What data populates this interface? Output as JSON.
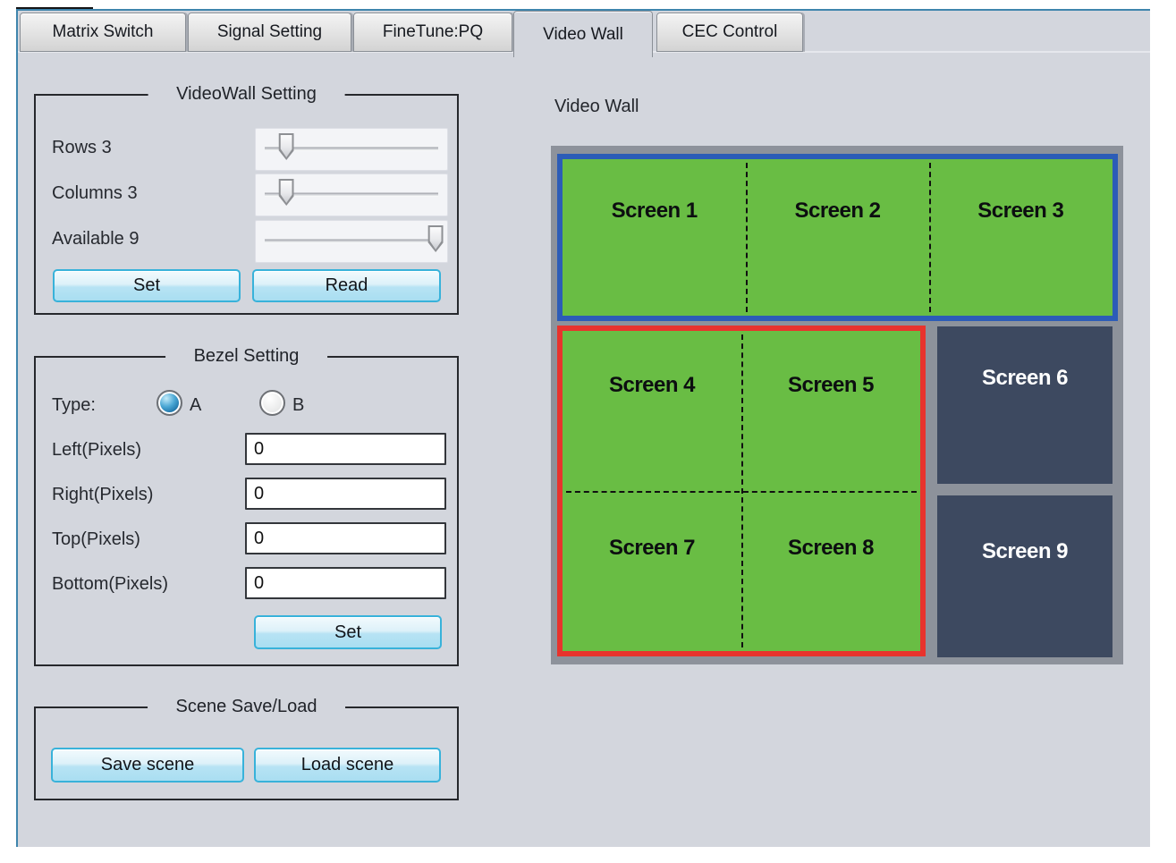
{
  "theme": {
    "bg": "#d3d6dd",
    "accent-teal": "#3f85ad",
    "accent-cyan": "#38b2da",
    "green": "#69bd44",
    "dark-slate": "#3d4960",
    "blue-border": "#2c5cb7",
    "red-border": "#e8332d",
    "frame-gray": "#8d929b"
  },
  "tabs": [
    {
      "label": "Matrix Switch",
      "active": false
    },
    {
      "label": "Signal Setting",
      "active": false
    },
    {
      "label": "FineTune:PQ",
      "active": false
    },
    {
      "label": "Video Wall",
      "active": true
    },
    {
      "label": "CEC Control",
      "active": false
    }
  ],
  "videowall_setting": {
    "title": "VideoWall Setting",
    "rows_label": "Rows 3",
    "columns_label": "Columns 3",
    "available_label": "Available 9",
    "rows_value": 3,
    "columns_value": 3,
    "available_value": 9,
    "sliders": {
      "rows_percent": "16%",
      "columns_percent": "16%",
      "available_percent": "94%"
    },
    "set_label": "Set",
    "read_label": "Read"
  },
  "bezel_setting": {
    "title": "Bezel Setting",
    "type_label": "Type:",
    "options": [
      {
        "label": "A",
        "selected": true
      },
      {
        "label": "B",
        "selected": false
      }
    ],
    "fields": [
      {
        "label": "Left(Pixels)",
        "value": "0"
      },
      {
        "label": "Right(Pixels)",
        "value": "0"
      },
      {
        "label": "Top(Pixels)",
        "value": "0"
      },
      {
        "label": "Bottom(Pixels)",
        "value": "0"
      }
    ],
    "set_label": "Set"
  },
  "scene": {
    "title": "Scene Save/Load",
    "save_label": "Save scene",
    "load_label": "Load scene"
  },
  "video_wall": {
    "title": "Video Wall",
    "screens": [
      {
        "label": "Screen 1",
        "group": "blue-group",
        "state": "active-green"
      },
      {
        "label": "Screen 2",
        "group": "blue-group",
        "state": "active-green"
      },
      {
        "label": "Screen 3",
        "group": "blue-group",
        "state": "active-green"
      },
      {
        "label": "Screen 4",
        "group": "red-group",
        "state": "active-green"
      },
      {
        "label": "Screen 5",
        "group": "red-group",
        "state": "active-green"
      },
      {
        "label": "Screen 6",
        "group": "none",
        "state": "dark"
      },
      {
        "label": "Screen 7",
        "group": "red-group",
        "state": "active-green"
      },
      {
        "label": "Screen 8",
        "group": "red-group",
        "state": "active-green"
      },
      {
        "label": "Screen 9",
        "group": "none",
        "state": "dark"
      }
    ]
  }
}
